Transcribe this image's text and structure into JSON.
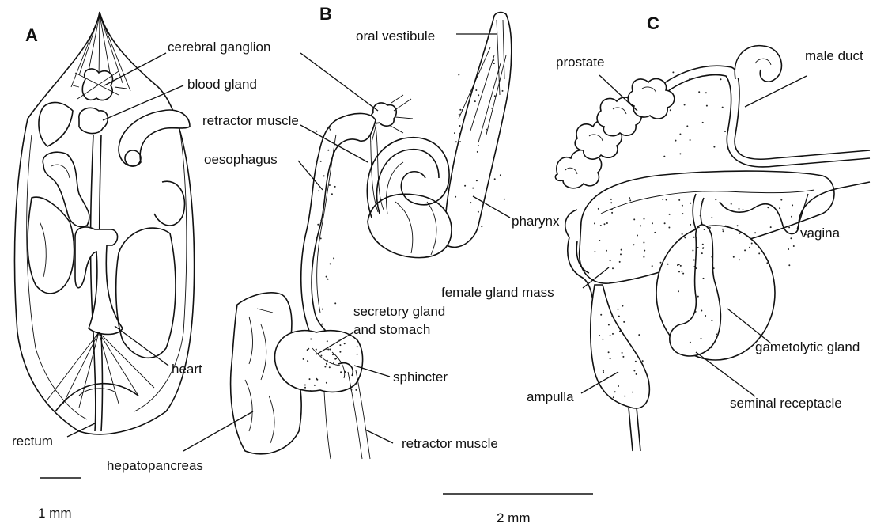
{
  "panels": {
    "a": "A",
    "b": "B",
    "c": "C"
  },
  "labels_a": {
    "cerebral_ganglion": "cerebral ganglion",
    "blood_gland": "blood gland",
    "heart": "heart",
    "rectum": "rectum",
    "scale": "1 mm"
  },
  "labels_b": {
    "oral_vestibule": "oral vestibule",
    "retractor_muscle_top": "retractor muscle",
    "oesophagus": "oesophagus",
    "pharynx": "pharynx",
    "secretory_gland_1": "secretory gland",
    "secretory_gland_2": "and stomach",
    "sphincter": "sphincter",
    "retractor_muscle_bottom": "retractor muscle",
    "hepatopancreas": "hepatopancreas",
    "scale": "2 mm"
  },
  "labels_c": {
    "prostate": "prostate",
    "male_duct": "male duct",
    "vagina": "vagina",
    "female_gland_mass": "female gland mass",
    "gametolytic_gland": "gametolytic gland",
    "ampulla": "ampulla",
    "seminal_receptacle": "seminal receptacle"
  }
}
